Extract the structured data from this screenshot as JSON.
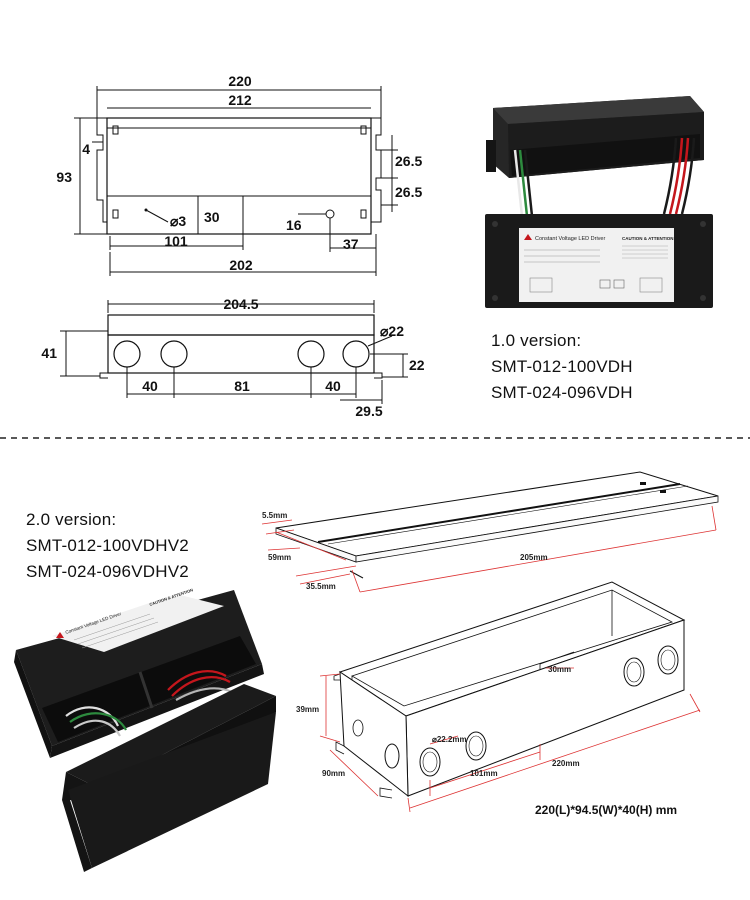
{
  "top_drawing": {
    "dims": {
      "overall_length": "220",
      "inner_length": "212",
      "height": "93",
      "tab": "4",
      "slot_upper": "26.5",
      "slot_lower": "26.5",
      "hole_dia": "⌀3",
      "hole_height": "30",
      "hole_offset": "101",
      "mount_height": "16",
      "mount_offset": "37",
      "base_length": "202"
    }
  },
  "side_drawing": {
    "dims": {
      "length": "204.5",
      "knockout_dia": "⌀22",
      "height": "41",
      "knockout_height": "22",
      "left_spacing": "40",
      "middle_spacing": "81",
      "right_spacing": "40",
      "end_offset": "29.5"
    }
  },
  "version_1": {
    "title": "1.0 version:",
    "models": [
      "SMT-012-100VDH",
      "SMT-024-096VDH"
    ]
  },
  "version_2": {
    "title": "2.0 version:",
    "models": [
      "SMT-012-100VDHV2",
      "SMT-024-096VDHV2"
    ]
  },
  "product_photo_1": {
    "label_title": "Constant Voltage LED Driver",
    "caution": "CAUTION & ATTENTION"
  },
  "product_photo_2": {
    "label_title": "Constant Voltage LED Driver",
    "caution": "CAUTION & ATTENTION"
  },
  "iso_lid": {
    "dims": {
      "rim": "5.5mm",
      "width": "59mm",
      "lip": "35.5mm",
      "length": "205mm"
    }
  },
  "iso_box": {
    "dims": {
      "divider": "30mm",
      "height": "39mm",
      "knockout": "⌀22.2mm",
      "depth": "90mm",
      "spacing": "101mm",
      "length": "220mm"
    }
  },
  "summary": "220(L)*94.5(W)*40(H) mm",
  "colors": {
    "dimension_red": "#dd3333",
    "housing_black": "#1b1b1b",
    "wire_red": "#c4161c",
    "wire_green": "#2d8a3e"
  }
}
